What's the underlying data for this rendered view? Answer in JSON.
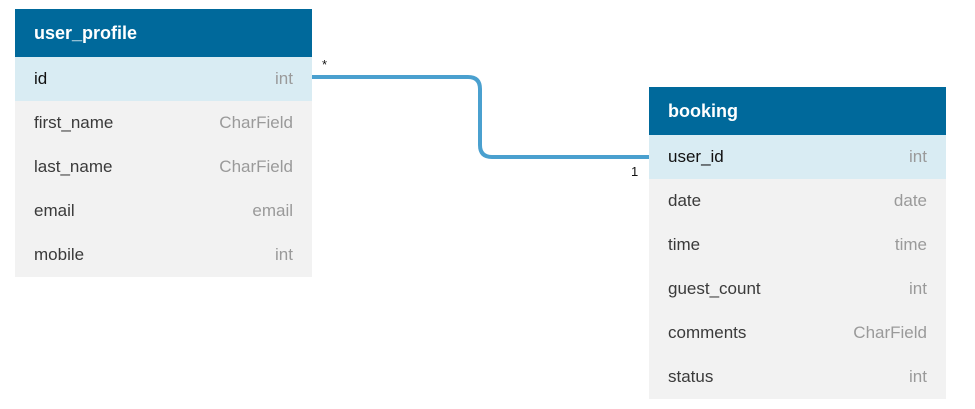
{
  "tables": [
    {
      "name": "user_profile",
      "fields": [
        {
          "name": "id",
          "type": "int",
          "key": true
        },
        {
          "name": "first_name",
          "type": "CharField",
          "key": false
        },
        {
          "name": "last_name",
          "type": "CharField",
          "key": false
        },
        {
          "name": "email",
          "type": "email",
          "key": false
        },
        {
          "name": "mobile",
          "type": "int",
          "key": false
        }
      ]
    },
    {
      "name": "booking",
      "fields": [
        {
          "name": "user_id",
          "type": "int",
          "key": true
        },
        {
          "name": "date",
          "type": "date",
          "key": false
        },
        {
          "name": "time",
          "type": "time",
          "key": false
        },
        {
          "name": "guest_count",
          "type": "int",
          "key": false
        },
        {
          "name": "comments",
          "type": "CharField",
          "key": false
        },
        {
          "name": "status",
          "type": "int",
          "key": false
        }
      ]
    }
  ],
  "relation": {
    "from_cardinality": "*",
    "to_cardinality": "1",
    "color": "#4aa0cf"
  },
  "colors": {
    "header": "#00699b",
    "key_row": "#d9ecf3",
    "table_body": "#f2f2f2"
  }
}
